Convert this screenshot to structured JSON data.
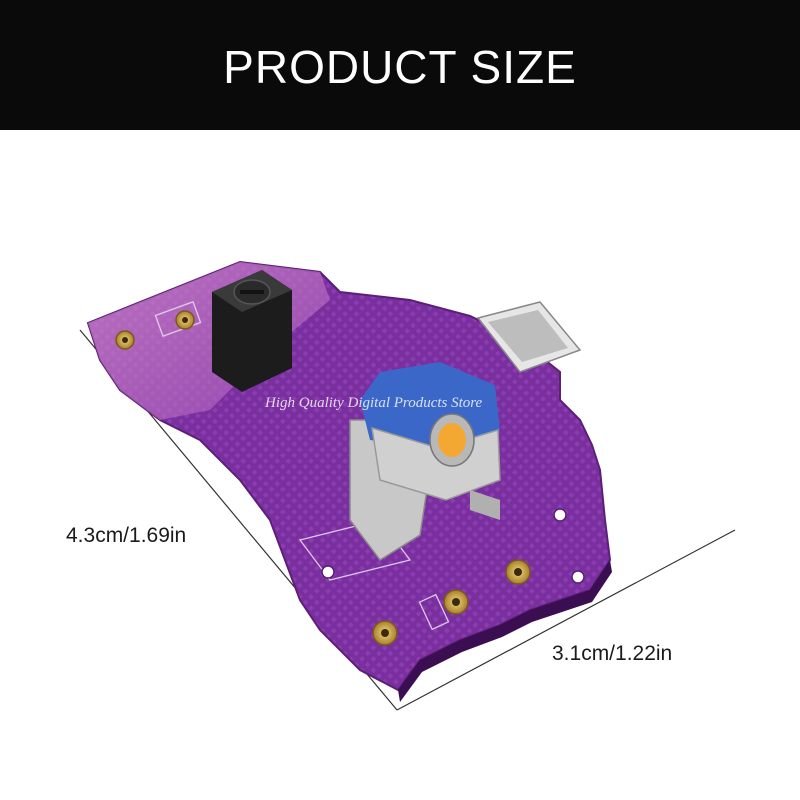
{
  "banner": {
    "title": "PRODUCT SIZE"
  },
  "dimensions": {
    "height": "4.3cm/1.69in",
    "width": "3.1cm/1.22in"
  },
  "watermark": "High Quality Digital Products Store",
  "colors": {
    "banner": "#0a0a0a",
    "pcb": "#7a2f9e",
    "pcb_edge": "#5b1f78",
    "encoder_blue": "#3a67c8",
    "gold": "#c9a24a"
  }
}
